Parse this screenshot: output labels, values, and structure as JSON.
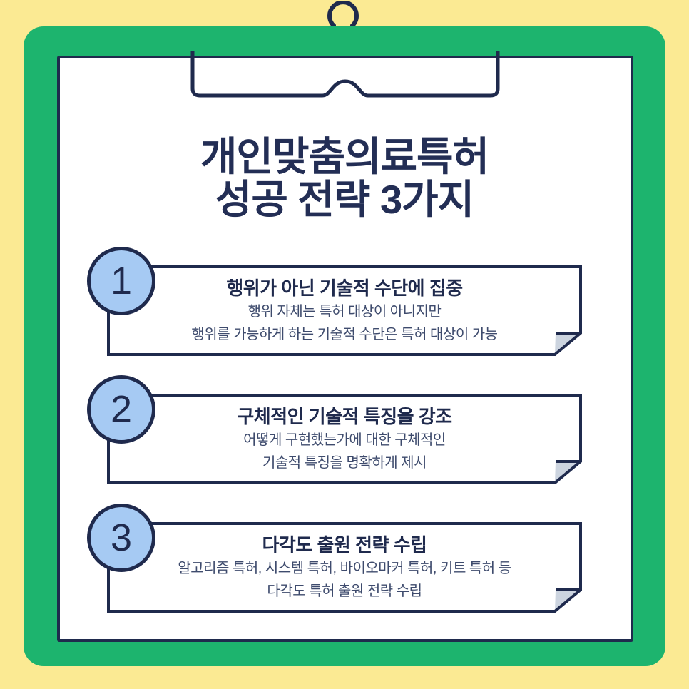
{
  "title": {
    "line1": "개인맞춤의료특허",
    "line2": "성공 전략 3가지"
  },
  "strategies": [
    {
      "number": "1",
      "heading": "행위가 아닌 기술적 수단에 집중",
      "body_line1": "행위 자체는 특허 대상이 아니지만",
      "body_line2": "행위를 가능하게 하는 기술적 수단은 특허 대상이 가능"
    },
    {
      "number": "2",
      "heading": "구체적인 기술적 특징을 강조",
      "body_line1": "어떻게 구현했는가에 대한 구체적인",
      "body_line2": "기술적 특징을 명확하게 제시"
    },
    {
      "number": "3",
      "heading": "다각도 출원 전략 수립",
      "body_line1": "알고리즘 특허, 시스템 특허, 바이오마커 특허, 키트 특허 등",
      "body_line2": "다각도 특허 출원 전략 수립"
    }
  ],
  "icons": {
    "binder_ring": "binder-ring-icon",
    "clipboard_clip": "clipboard-clip-icon",
    "corner_fold": "folded-page-corner-icon"
  },
  "colors": {
    "background_yellow": "#FBEA93",
    "board_green": "#1DB46E",
    "outline_navy": "#1F2A4D",
    "badge_blue": "#A6CAF3",
    "fold_gray": "#CCD4DF",
    "paper_white": "#FFFFFF",
    "title_navy": "#232E55",
    "body_text": "#3E4B6D"
  }
}
